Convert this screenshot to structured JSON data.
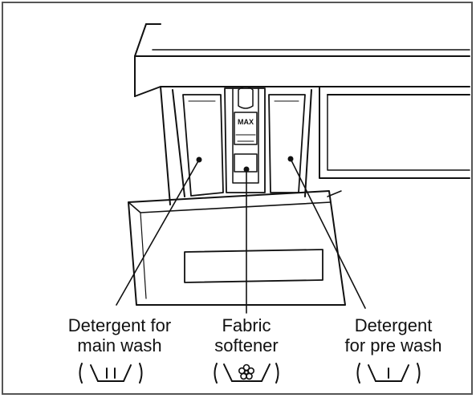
{
  "compartments": [
    {
      "id": "main",
      "line1": "Detergent for",
      "line2": "main wash",
      "symbol_icon": "main-wash-tub-icon"
    },
    {
      "id": "softener",
      "line1": "Fabric",
      "line2": "softener",
      "symbol_icon": "fabric-softener-flower-icon"
    },
    {
      "id": "prewash",
      "line1": "Detergent",
      "line2": "for pre wash",
      "symbol_icon": "pre-wash-tub-icon"
    }
  ],
  "softener_cap": {
    "max_text": "MAX"
  },
  "colors": {
    "line": "#111111",
    "border": "#555555",
    "background": "#ffffff"
  }
}
